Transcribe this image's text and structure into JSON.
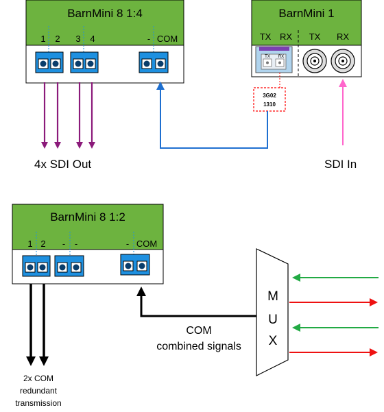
{
  "device_a": {
    "title": "BarnMini 8 1:4",
    "ports": [
      "1",
      "2",
      "3",
      "4",
      "-",
      "COM"
    ],
    "output_label": "4x SDI Out"
  },
  "device_b": {
    "title": "BarnMini 1",
    "port_labels": [
      "TX",
      "RX",
      "TX",
      "RX"
    ],
    "sfp_labels": [
      "TX",
      "RX"
    ],
    "sfp_tag_line1": "3G02",
    "sfp_tag_line2": "1310",
    "input_label": "SDI In"
  },
  "device_c": {
    "title": "BarnMini 8 1:2",
    "ports": [
      "1",
      "2",
      "-",
      "-",
      "-",
      "COM"
    ],
    "output_label_line1": "2x COM",
    "output_label_line2": "redundant",
    "output_label_line3": "transmission"
  },
  "mux": {
    "letters": [
      "M",
      "U",
      "X"
    ],
    "com_label_line1": "COM",
    "com_label_line2": "combined signals"
  },
  "colors": {
    "header_green": "#6db33f",
    "connector_blue": "#1e90e0",
    "purple_arrow": "#8b1a7a",
    "blue_link": "#1e6fd0",
    "pink_arrow": "#ff66cc",
    "red_tag": "#ff0000",
    "green_arrow": "#22aa44",
    "red_arrow": "#ee1111"
  }
}
